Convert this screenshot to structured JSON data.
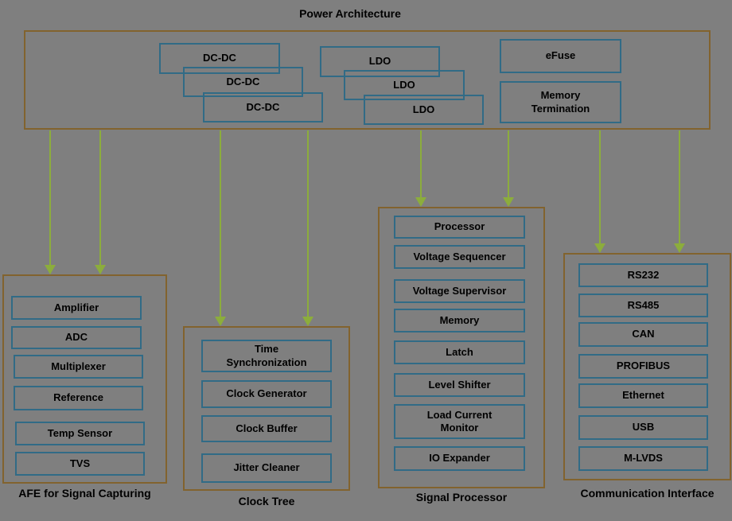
{
  "title": "Power Architecture",
  "colors": {
    "background": "#7f7f7f",
    "container_border": "#82632e",
    "box_border": "#316b86",
    "arrow": "#8cad3c",
    "text": "#000000"
  },
  "power": {
    "dcdc": [
      "DC-DC",
      "DC-DC",
      "DC-DC"
    ],
    "ldo": [
      "LDO",
      "LDO",
      "LDO"
    ],
    "efuse": "eFuse",
    "memory_termination": "Memory Termination"
  },
  "groups": {
    "afe": {
      "label": "AFE for Signal Capturing",
      "items": [
        "Amplifier",
        "ADC",
        "Multiplexer",
        "Reference",
        "Temp Sensor",
        "TVS"
      ]
    },
    "clock": {
      "label": "Clock Tree",
      "items": [
        "Time Synchronization",
        "Clock Generator",
        "Clock Buffer",
        "Jitter Cleaner"
      ]
    },
    "signal": {
      "label": "Signal Processor",
      "items": [
        "Processor",
        "Voltage Sequencer",
        "Voltage Supervisor",
        "Memory",
        "Latch",
        "Level Shifter",
        "Load Current Monitor",
        "IO Expander"
      ]
    },
    "comm": {
      "label": "Communication Interface",
      "items": [
        "RS232",
        "RS485",
        "CAN",
        "PROFIBUS",
        "Ethernet",
        "USB",
        "M-LVDS"
      ]
    }
  }
}
